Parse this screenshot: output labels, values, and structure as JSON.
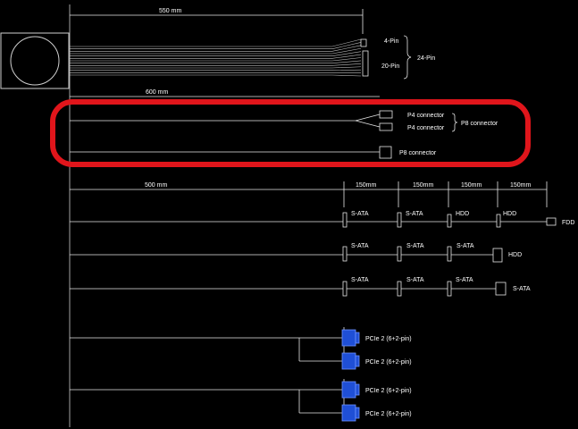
{
  "colors": {
    "background": "#000000",
    "line": "#e6e6e6",
    "highlight": "#e0151b",
    "pcie": "#1f4fd6"
  },
  "main_cable": {
    "length_label": "550 mm",
    "pin_4": "4-Pin",
    "pin_20": "20-Pin",
    "pin_24": "24-Pin"
  },
  "cpu_cable": {
    "length_label": "600 mm",
    "p4_top": "P4 connector",
    "p4_bottom": "P4 connector",
    "p8_group": "P8 connector",
    "p8_single": "P8 connector"
  },
  "peripheral_cables": {
    "length_label": "500 mm",
    "segment_labels": [
      "150mm",
      "150mm",
      "150mm",
      "150mm"
    ],
    "row1": [
      "S-ATA",
      "S-ATA",
      "HDD",
      "HDD",
      "FDD"
    ],
    "row2": [
      "S-ATA",
      "S-ATA",
      "S-ATA",
      "HDD"
    ],
    "row3": [
      "S-ATA",
      "S-ATA",
      "S-ATA",
      "S-ATA"
    ]
  },
  "pcie_cables": {
    "labels": [
      "PCIe 2 (6+2-pin)",
      "PCIe 2 (6+2-pin)",
      "PCIe 2 (6+2-pin)",
      "PCIe 2 (6+2-pin)"
    ]
  }
}
